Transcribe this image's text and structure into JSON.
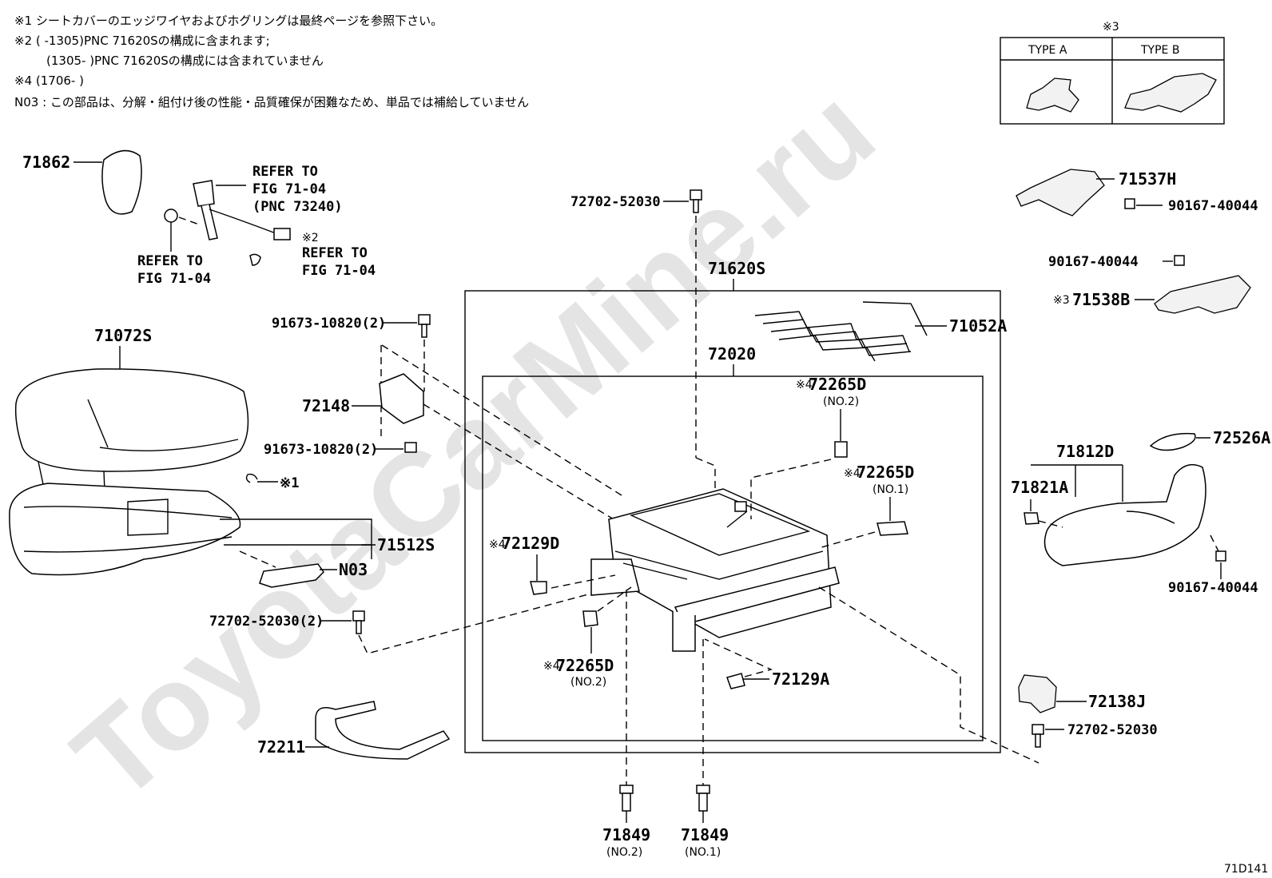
{
  "notes": [
    "※1  シートカバーのエッジワイヤおよびホグリングは最終ページを参照下さい。",
    "※2  (      -1305)PNC 71620Sの構成に含まれます;",
    "(1305-      )PNC 71620Sの構成には含まれていません",
    "※4  (1706-      )",
    "N03 : この部品は、分解・組付け後の性能・品質確保が困難なため、単品では補給していません"
  ],
  "type_table": {
    "mark": "※3",
    "type_a": "TYPE A",
    "type_b": "TYPE B"
  },
  "labels": {
    "p71862": "71862",
    "refer_belt": [
      "REFER TO",
      "FIG 71-04",
      "(PNC 73240)"
    ],
    "refer_clip": [
      "REFER TO",
      "FIG 71-04"
    ],
    "refer_harness_mark": "※2",
    "refer_harness": [
      "REFER TO",
      "FIG 71-04"
    ],
    "p72702_top": "72702-52030",
    "p71620S": "71620S",
    "p71052A": "71052A",
    "p72020": "72020",
    "p72265D_top_mark": "※4",
    "p72265D_top": "72265D",
    "p72265D_top_sub": "(NO.2)",
    "p72265D_mid_mark": "※4",
    "p72265D_mid": "72265D",
    "p72265D_mid_sub": "(NO.1)",
    "p72129D_mark": "※4",
    "p72129D": "72129D",
    "p72265D_low_mark": "※4",
    "p72265D_low": "72265D",
    "p72265D_low_sub": "(NO.2)",
    "p72129A": "72129A",
    "p71849_a": "71849",
    "p71849_a_sub": "(NO.2)",
    "p71849_b": "71849",
    "p71849_b_sub": "(NO.1)",
    "p71072S": "71072S",
    "p91673_top": "91673-10820(2)",
    "p72148": "72148",
    "p91673_bot": "91673-10820(2)",
    "mark1": "※1",
    "p71512S": "71512S",
    "n03": "N03",
    "p72702_left": "72702-52030(2)",
    "p72211": "72211",
    "p71537H": "71537H",
    "p90167_a": "90167-40044",
    "p90167_b": "90167-40044",
    "p71538B_mark": "※3",
    "p71538B": "71538B",
    "p72526A": "72526A",
    "p71812D": "71812D",
    "p71821A": "71821A",
    "p90167_c": "90167-40044",
    "p72138J": "72138J",
    "p72702_right": "72702-52030",
    "fig_id": "71D141"
  },
  "watermark": "ToyotaCarMine.ru"
}
